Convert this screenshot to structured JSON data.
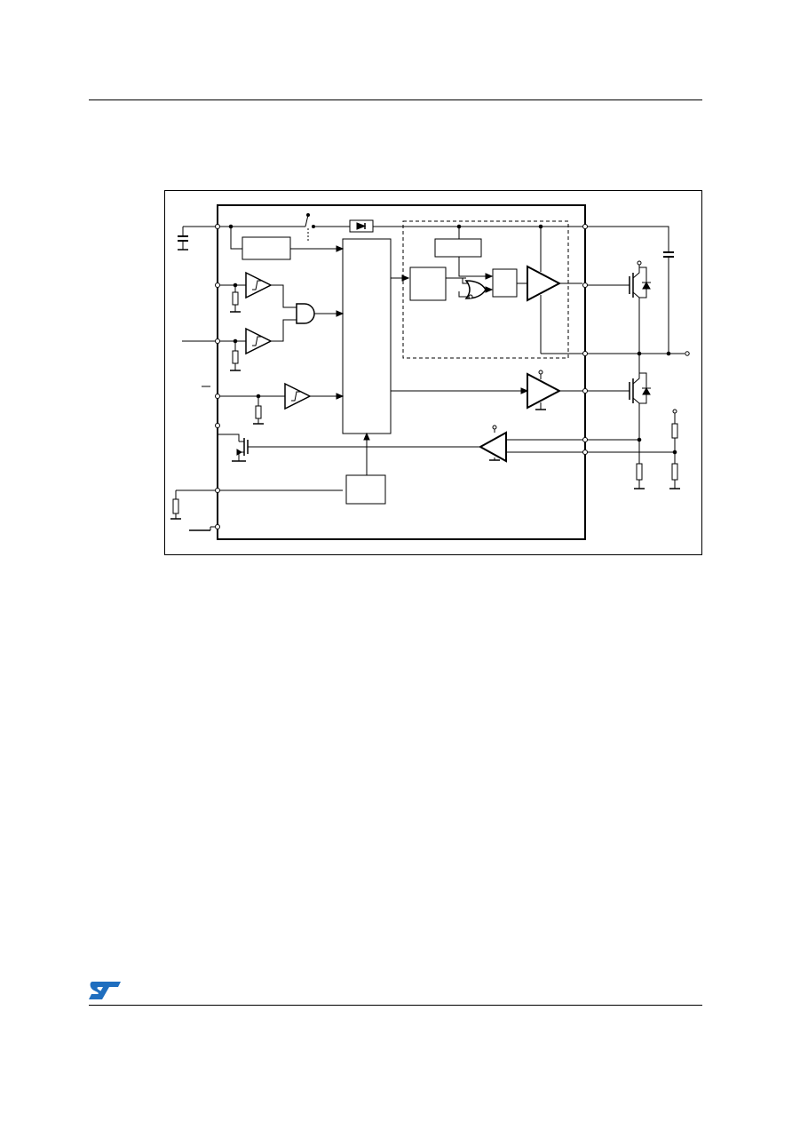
{
  "page": {
    "header_rule": true,
    "footer_rule": true
  },
  "logo": {
    "name": "st-logo",
    "color": "#1f6ebf"
  },
  "diagram": {
    "type": "block-diagram",
    "colors": {
      "line": "#000000",
      "background": "#ffffff"
    },
    "blocks": [
      "supply-monitor-block",
      "control-logic-block",
      "bootstrap-driver-logic-block",
      "level-shifter-block",
      "latch-block",
      "high-side-driver",
      "low-side-driver",
      "comparator-block",
      "hin-schmitt-trigger",
      "lin-schmitt-trigger",
      "sd-schmitt-trigger",
      "bootstrap-diode",
      "and-gate",
      "or-gate",
      "high-side-igbt",
      "low-side-igbt",
      "bootstrap-capacitor",
      "vcc-capacitor",
      "sense-resistor",
      "fault-output-mosfet"
    ]
  }
}
